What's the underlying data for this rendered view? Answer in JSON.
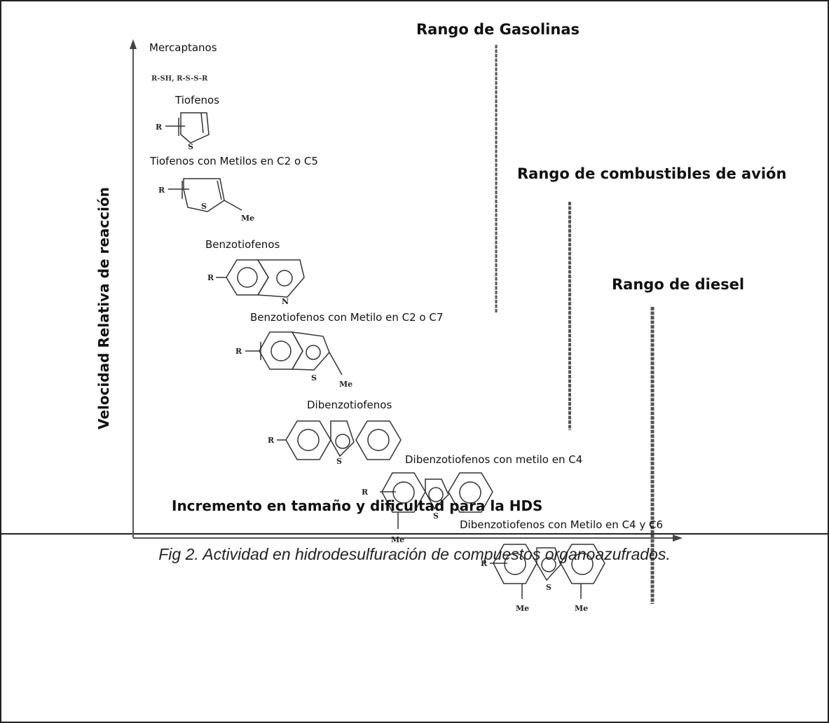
{
  "axes": {
    "y_label": "Velocidad Relativa de reacción",
    "x_label": "Incremento en tamaño y dificultad para la HDS"
  },
  "compounds": [
    {
      "name": "Mercaptanos",
      "formula": "R-SH, R-S-S-R"
    },
    {
      "name": "Tiofenos",
      "structure": "thiophene-icon"
    },
    {
      "name": "Tiofenos con Metilos en C2 o C5",
      "structure": "methylthiophene-icon"
    },
    {
      "name": "Benzotiofenos",
      "structure": "benzothiophene-icon"
    },
    {
      "name": "Benzotiofenos con Metilo en C2 o C7",
      "structure": "methylbenzothiophene-icon"
    },
    {
      "name": "Dibenzotiofenos",
      "structure": "dibenzothiophene-icon"
    },
    {
      "name": "Dibenzotiofenos con metilo en C4",
      "structure": "methyldibenzothiophene-icon"
    },
    {
      "name": "Dibenzotiofenos con Metilo en C4 y C6",
      "structure": "dimethyldibenzothiophene-icon"
    }
  ],
  "ranges": [
    {
      "name": "Rango de Gasolinas"
    },
    {
      "name": "Rango de combustibles de avión"
    },
    {
      "name": "Rango de diesel"
    }
  ],
  "atoms": {
    "r": "R",
    "s": "S",
    "n": "N",
    "me": "Me"
  },
  "caption": "Fig 2. Actividad en hidrodesulfuración de compuestos organoazufrados.",
  "colors": {
    "line": "#555555",
    "border": "#222222"
  }
}
